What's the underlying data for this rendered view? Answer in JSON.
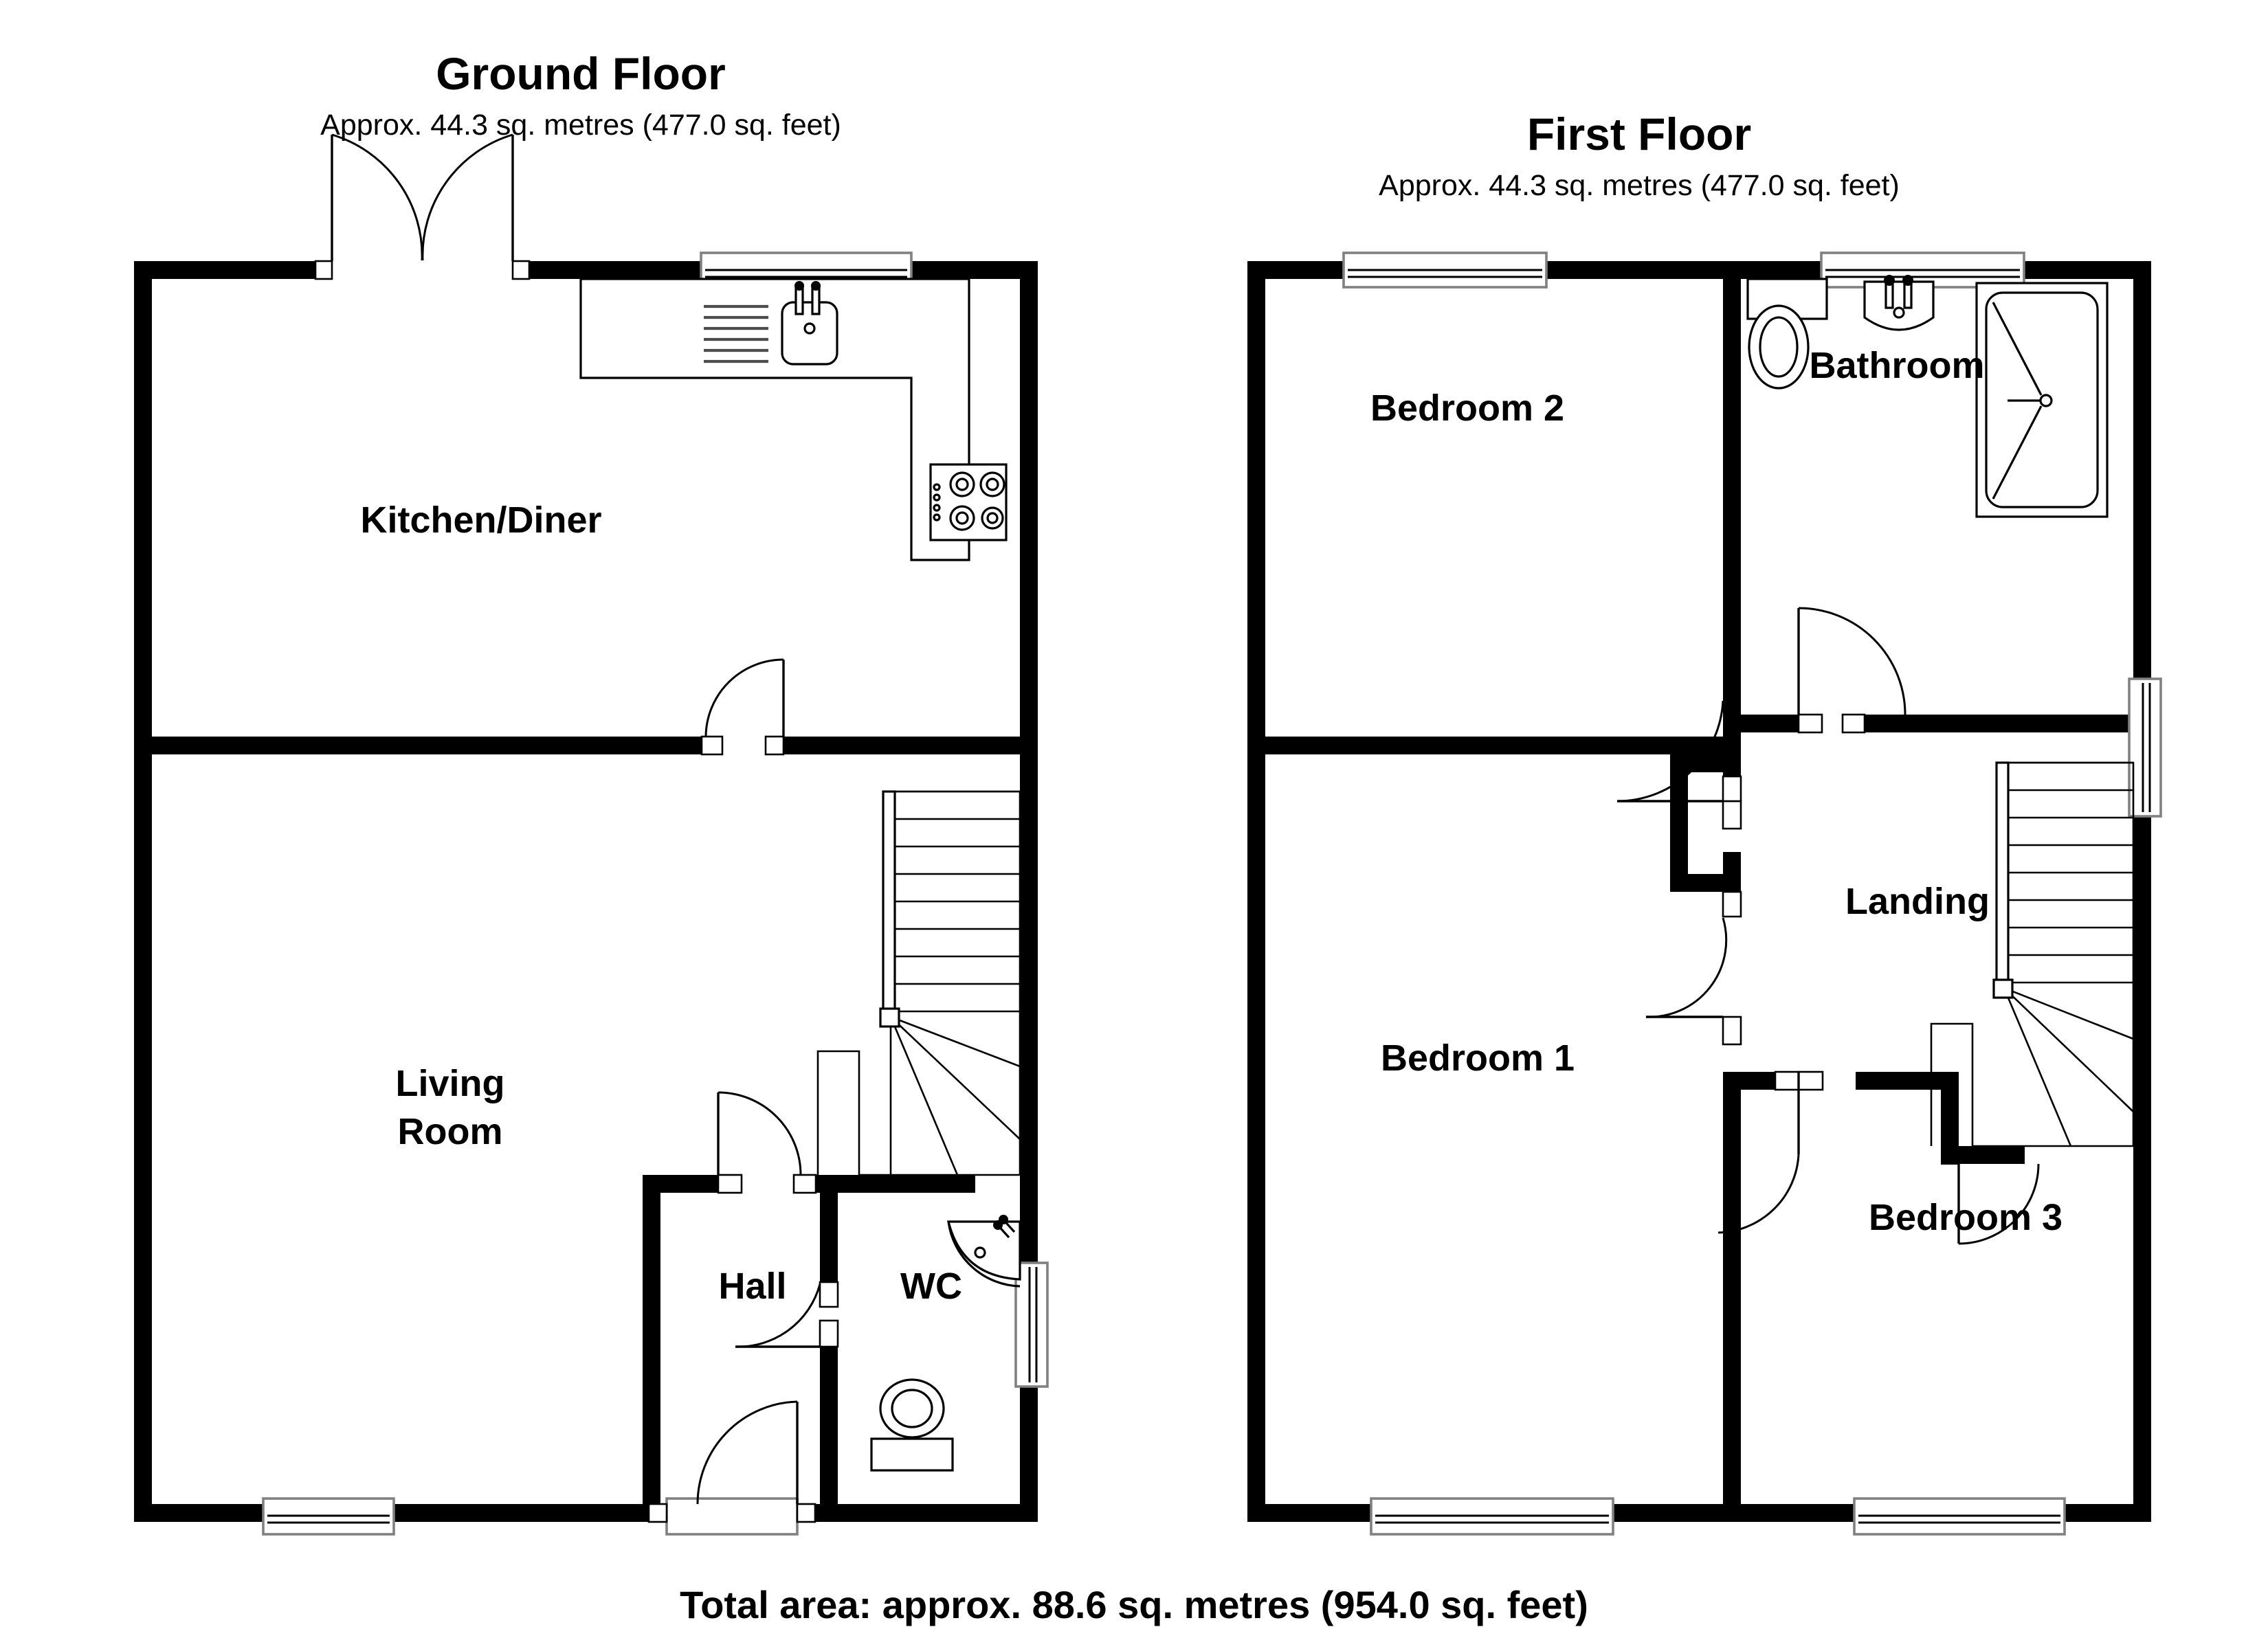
{
  "document": {
    "type": "floor-plan",
    "total_area_label": "Total area: approx. 88.6 sq. metres (954.0 sq. feet)"
  },
  "floors": [
    {
      "id": "ground",
      "title": "Ground Floor",
      "area_label": "Approx. 44.3 sq. metres (477.0 sq. feet)",
      "rooms": [
        {
          "name": "Kitchen/Diner",
          "label": "Kitchen/Diner"
        },
        {
          "name": "Living Room",
          "label_line1": "Living",
          "label_line2": "Room"
        },
        {
          "name": "Hall",
          "label": "Hall"
        },
        {
          "name": "WC",
          "label": "WC"
        }
      ],
      "fixtures": [
        "kitchen-sink-icon",
        "draining-board-icon",
        "hob-icon",
        "worktop-icon",
        "toilet-icon",
        "corner-basin-icon",
        "staircase-icon"
      ],
      "openings": [
        "french-doors",
        "kitchen-window",
        "living-room-window",
        "wc-window",
        "front-door",
        "kitchen-door",
        "hall-door",
        "wc-door"
      ]
    },
    {
      "id": "first",
      "title": "First Floor",
      "area_label": "Approx. 44.3 sq. metres (477.0 sq. feet)",
      "rooms": [
        {
          "name": "Bedroom 2",
          "label": "Bedroom 2"
        },
        {
          "name": "Bathroom",
          "label": "Bathroom"
        },
        {
          "name": "Bedroom 1",
          "label": "Bedroom 1"
        },
        {
          "name": "Bedroom 3",
          "label": "Bedroom 3"
        },
        {
          "name": "Landing",
          "label": "Landing"
        }
      ],
      "fixtures": [
        "bathtub-icon",
        "wash-basin-icon",
        "toilet-icon",
        "staircase-icon"
      ],
      "openings": [
        "bedroom2-window-rear",
        "bathroom-window-rear",
        "landing-window-side",
        "bedroom1-window-front",
        "bedroom3-window-front",
        "bathroom-door",
        "bedroom2-door",
        "bedroom1-door",
        "bedroom3-door"
      ]
    }
  ],
  "colors": {
    "wall": "#000000",
    "background": "#ffffff",
    "fixture_stroke": "#000000",
    "window_stroke": "#808080"
  }
}
